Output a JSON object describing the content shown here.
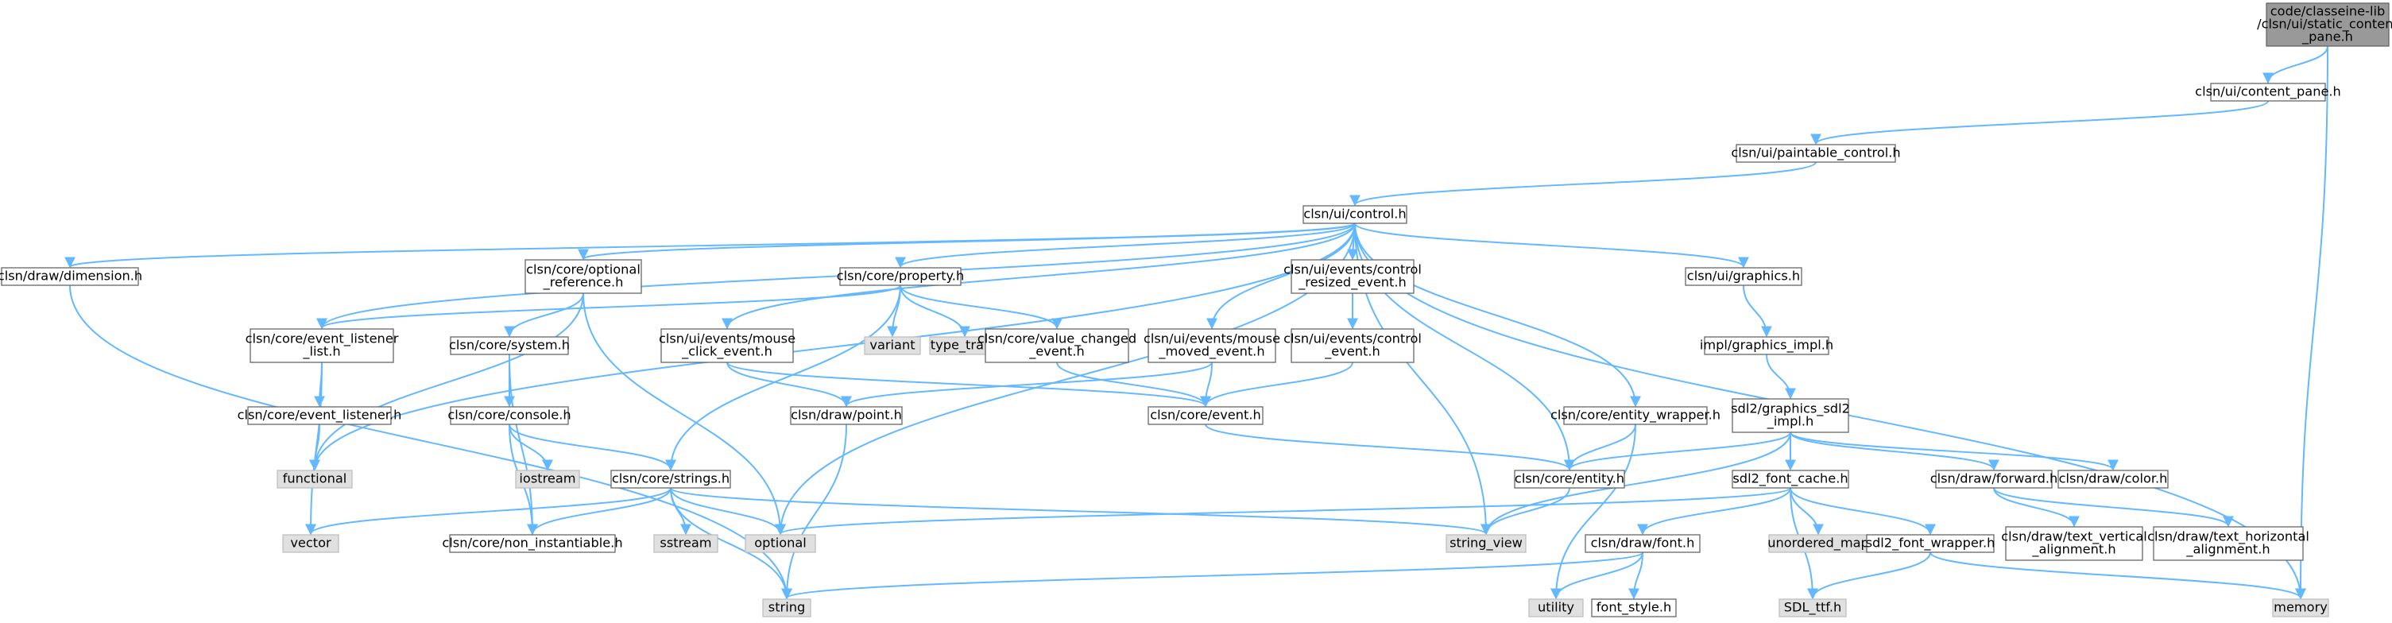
{
  "graph": {
    "colors": {
      "edge": "#63b8ff",
      "node_border": "#666666",
      "root_fill": "#999999",
      "node_fill": "#ffffff",
      "system_fill": "#e0e0e0"
    },
    "nodes": {
      "root": {
        "lines": [
          "code/classeine-lib",
          "/clsn/ui/static_content",
          "_pane.h"
        ],
        "kind": "root"
      },
      "content_pane": {
        "lines": [
          "clsn/ui/content_pane.h"
        ],
        "kind": "header"
      },
      "paintable": {
        "lines": [
          "clsn/ui/paintable_control.h"
        ],
        "kind": "header"
      },
      "control": {
        "lines": [
          "clsn/ui/control.h"
        ],
        "kind": "header"
      },
      "dimension": {
        "lines": [
          "clsn/draw/dimension.h"
        ],
        "kind": "header"
      },
      "optional_ref": {
        "lines": [
          "clsn/core/optional",
          "_reference.h"
        ],
        "kind": "header"
      },
      "property": {
        "lines": [
          "clsn/core/property.h"
        ],
        "kind": "header"
      },
      "resized_event": {
        "lines": [
          "clsn/ui/events/control",
          "_resized_event.h"
        ],
        "kind": "header"
      },
      "graphics": {
        "lines": [
          "clsn/ui/graphics.h"
        ],
        "kind": "header"
      },
      "event_list": {
        "lines": [
          "clsn/core/event_listener",
          "_list.h"
        ],
        "kind": "header"
      },
      "system": {
        "lines": [
          "clsn/core/system.h"
        ],
        "kind": "header"
      },
      "mouse_click": {
        "lines": [
          "clsn/ui/events/mouse",
          "_click_event.h"
        ],
        "kind": "header"
      },
      "variant": {
        "lines": [
          "variant"
        ],
        "kind": "system"
      },
      "type_traits": {
        "lines": [
          "type_traits"
        ],
        "kind": "system"
      },
      "value_changed": {
        "lines": [
          "clsn/core/value_changed",
          "_event.h"
        ],
        "kind": "header"
      },
      "mouse_moved": {
        "lines": [
          "clsn/ui/events/mouse",
          "_moved_event.h"
        ],
        "kind": "header"
      },
      "control_event": {
        "lines": [
          "clsn/ui/events/control",
          "_event.h"
        ],
        "kind": "header"
      },
      "graphics_impl": {
        "lines": [
          "impl/graphics_impl.h"
        ],
        "kind": "header"
      },
      "event_listener": {
        "lines": [
          "clsn/core/event_listener.h"
        ],
        "kind": "header"
      },
      "console": {
        "lines": [
          "clsn/core/console.h"
        ],
        "kind": "header"
      },
      "point": {
        "lines": [
          "clsn/draw/point.h"
        ],
        "kind": "header"
      },
      "event": {
        "lines": [
          "clsn/core/event.h"
        ],
        "kind": "header"
      },
      "entity_wrapper": {
        "lines": [
          "clsn/core/entity_wrapper.h"
        ],
        "kind": "header"
      },
      "sdl2_impl": {
        "lines": [
          "sdl2/graphics_sdl2",
          "_impl.h"
        ],
        "kind": "header"
      },
      "functional": {
        "lines": [
          "functional"
        ],
        "kind": "system"
      },
      "iostream": {
        "lines": [
          "iostream"
        ],
        "kind": "system"
      },
      "strings": {
        "lines": [
          "clsn/core/strings.h"
        ],
        "kind": "header"
      },
      "entity": {
        "lines": [
          "clsn/core/entity.h"
        ],
        "kind": "header"
      },
      "font_cache": {
        "lines": [
          "sdl2_font_cache.h"
        ],
        "kind": "header"
      },
      "forward": {
        "lines": [
          "clsn/draw/forward.h"
        ],
        "kind": "header"
      },
      "color": {
        "lines": [
          "clsn/draw/color.h"
        ],
        "kind": "header"
      },
      "vector": {
        "lines": [
          "vector"
        ],
        "kind": "system"
      },
      "non_inst": {
        "lines": [
          "clsn/core/non_instantiable.h"
        ],
        "kind": "header"
      },
      "sstream": {
        "lines": [
          "sstream"
        ],
        "kind": "system"
      },
      "optional": {
        "lines": [
          "optional"
        ],
        "kind": "system"
      },
      "string_view": {
        "lines": [
          "string_view"
        ],
        "kind": "system"
      },
      "unordered_map": {
        "lines": [
          "unordered_map"
        ],
        "kind": "system"
      },
      "font": {
        "lines": [
          "clsn/draw/font.h"
        ],
        "kind": "header"
      },
      "font_wrapper": {
        "lines": [
          "sdl2_font_wrapper.h"
        ],
        "kind": "header"
      },
      "text_valign": {
        "lines": [
          "clsn/draw/text_vertical",
          "_alignment.h"
        ],
        "kind": "header"
      },
      "text_halign": {
        "lines": [
          "clsn/draw/text_horizontal",
          "_alignment.h"
        ],
        "kind": "header"
      },
      "string": {
        "lines": [
          "string"
        ],
        "kind": "system"
      },
      "utility": {
        "lines": [
          "utility"
        ],
        "kind": "system"
      },
      "font_style": {
        "lines": [
          "font_style.h"
        ],
        "kind": "header"
      },
      "sdl_ttf": {
        "lines": [
          "SDL_ttf.h"
        ],
        "kind": "system"
      },
      "memory": {
        "lines": [
          "memory"
        ],
        "kind": "system"
      }
    },
    "edges": [
      [
        "root",
        "content_pane"
      ],
      [
        "root",
        "memory"
      ],
      [
        "content_pane",
        "paintable"
      ],
      [
        "paintable",
        "control"
      ],
      [
        "control",
        "dimension"
      ],
      [
        "control",
        "functional"
      ],
      [
        "control",
        "event_list"
      ],
      [
        "control",
        "optional_ref"
      ],
      [
        "control",
        "mouse_click"
      ],
      [
        "control",
        "property"
      ],
      [
        "control",
        "mouse_moved"
      ],
      [
        "control",
        "resized_event"
      ],
      [
        "control",
        "optional"
      ],
      [
        "control",
        "string_view"
      ],
      [
        "control",
        "entity"
      ],
      [
        "control",
        "entity_wrapper"
      ],
      [
        "control",
        "graphics"
      ],
      [
        "control",
        "memory"
      ],
      [
        "dimension",
        "string"
      ],
      [
        "optional_ref",
        "functional"
      ],
      [
        "optional_ref",
        "system"
      ],
      [
        "optional_ref",
        "optional"
      ],
      [
        "property",
        "event_list"
      ],
      [
        "property",
        "strings"
      ],
      [
        "property",
        "variant"
      ],
      [
        "property",
        "type_traits"
      ],
      [
        "property",
        "value_changed"
      ],
      [
        "resized_event",
        "control_event"
      ],
      [
        "graphics",
        "graphics_impl"
      ],
      [
        "event_list",
        "event_listener"
      ],
      [
        "event_list",
        "vector"
      ],
      [
        "system",
        "console"
      ],
      [
        "system",
        "non_inst"
      ],
      [
        "mouse_click",
        "point"
      ],
      [
        "mouse_click",
        "event"
      ],
      [
        "value_changed",
        "event"
      ],
      [
        "mouse_moved",
        "point"
      ],
      [
        "mouse_moved",
        "event"
      ],
      [
        "control_event",
        "event"
      ],
      [
        "graphics_impl",
        "sdl2_impl"
      ],
      [
        "event_listener",
        "functional"
      ],
      [
        "console",
        "iostream"
      ],
      [
        "console",
        "strings"
      ],
      [
        "console",
        "non_inst"
      ],
      [
        "point",
        "string"
      ],
      [
        "event",
        "entity"
      ],
      [
        "entity_wrapper",
        "entity"
      ],
      [
        "entity_wrapper",
        "utility"
      ],
      [
        "sdl2_impl",
        "entity"
      ],
      [
        "sdl2_impl",
        "font_cache"
      ],
      [
        "sdl2_impl",
        "forward"
      ],
      [
        "sdl2_impl",
        "color"
      ],
      [
        "sdl2_impl",
        "string_view"
      ],
      [
        "strings",
        "vector"
      ],
      [
        "strings",
        "non_inst"
      ],
      [
        "strings",
        "sstream"
      ],
      [
        "strings",
        "optional"
      ],
      [
        "strings",
        "string"
      ],
      [
        "strings",
        "string_view"
      ],
      [
        "entity",
        "string_view"
      ],
      [
        "font_cache",
        "optional"
      ],
      [
        "font_cache",
        "font"
      ],
      [
        "font_cache",
        "unordered_map"
      ],
      [
        "font_cache",
        "font_wrapper"
      ],
      [
        "font_cache",
        "sdl_ttf"
      ],
      [
        "forward",
        "text_valign"
      ],
      [
        "forward",
        "text_halign"
      ],
      [
        "font",
        "string"
      ],
      [
        "font",
        "utility"
      ],
      [
        "font",
        "font_style"
      ],
      [
        "font_wrapper",
        "sdl_ttf"
      ],
      [
        "font_wrapper",
        "memory"
      ]
    ]
  }
}
